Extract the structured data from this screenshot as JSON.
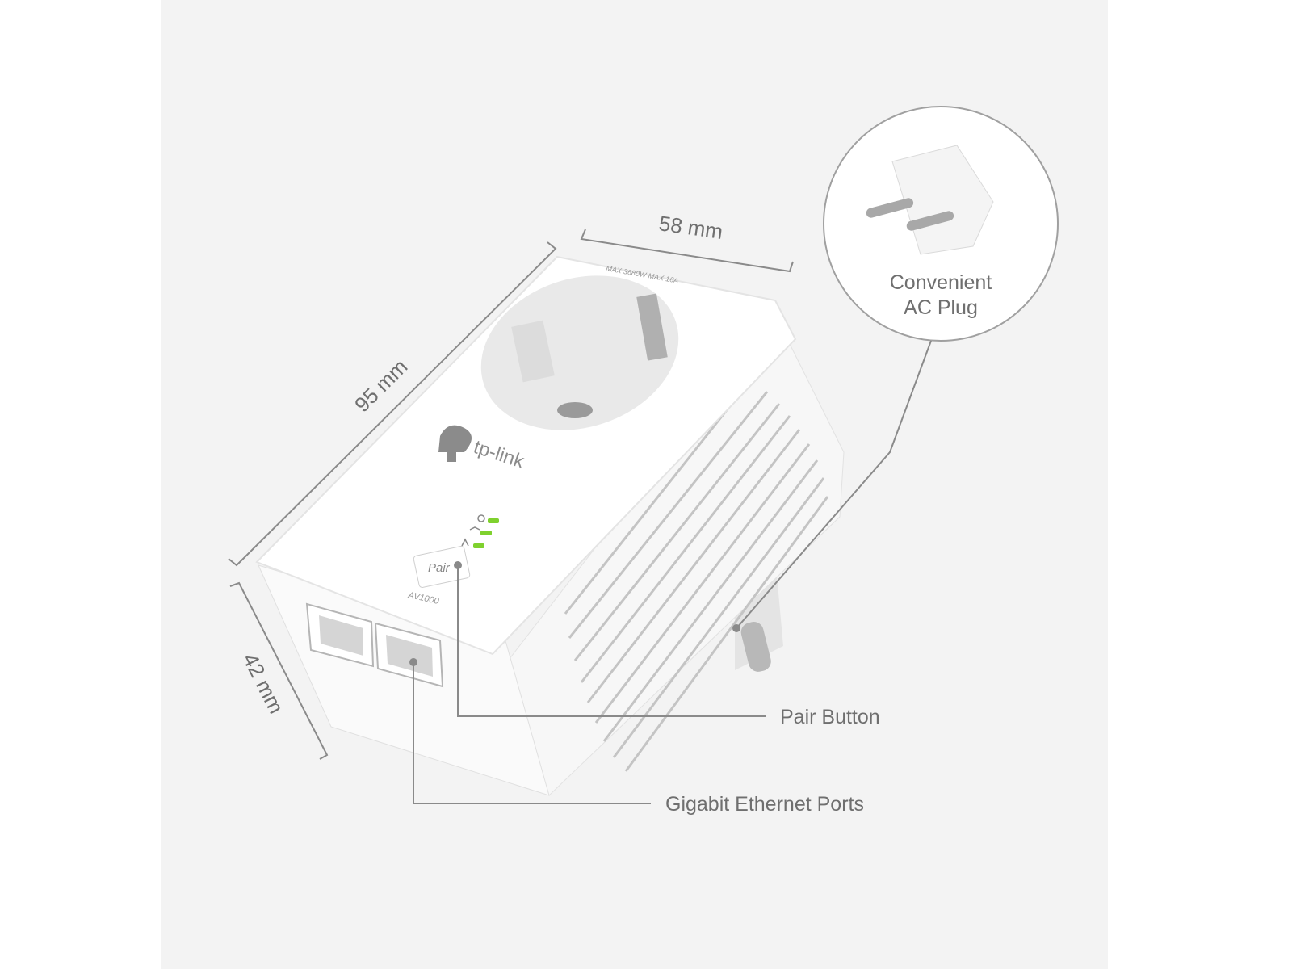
{
  "dimensions": {
    "width": "58 mm",
    "length": "95 mm",
    "depth": "42 mm"
  },
  "callouts": {
    "ac_plug_line1": "Convenient",
    "ac_plug_line2": "AC Plug",
    "pair_button": "Pair Button",
    "ethernet_ports": "Gigabit Ethernet Ports"
  },
  "device": {
    "brand": "tp-link",
    "rating": "MAX 3680W MAX 16A",
    "pair_label": "Pair",
    "model": "AV1000",
    "led_color": "#7fd12e",
    "led_icons": [
      "power-icon",
      "powerline-icon",
      "ethernet-icon"
    ]
  },
  "colors": {
    "background": "#f3f3f3",
    "line": "#8a8a8a",
    "text": "#6f6f6f"
  }
}
